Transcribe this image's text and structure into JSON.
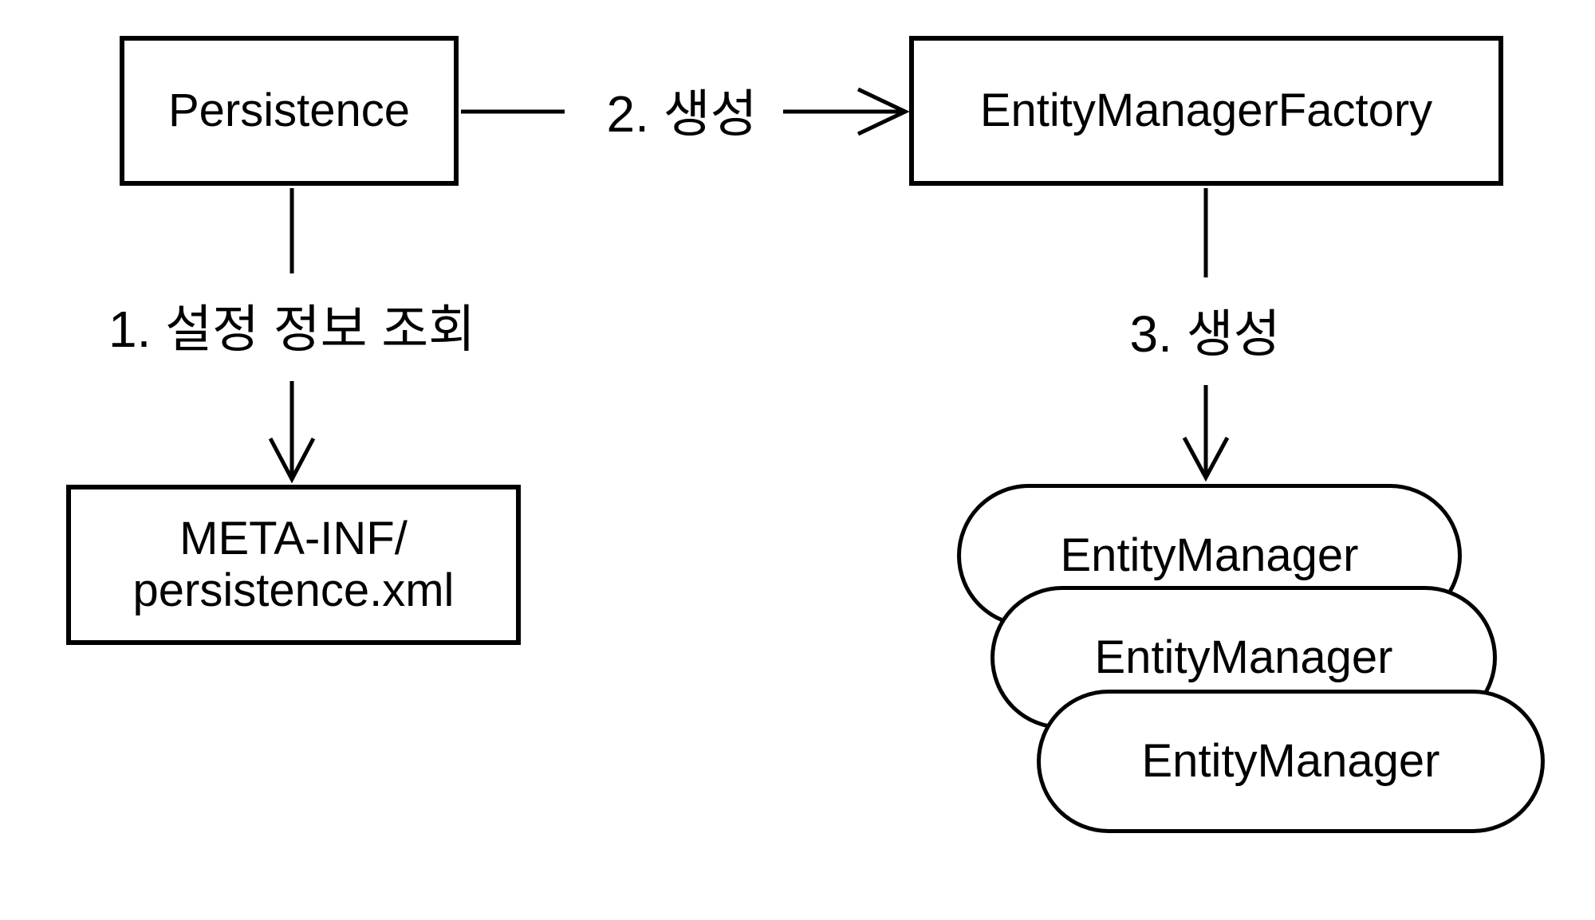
{
  "diagram": {
    "nodes": {
      "persistence": {
        "label": "Persistence"
      },
      "entity_manager_factory": {
        "label": "EntityManagerFactory"
      },
      "meta_inf": {
        "line1": "META-INF/",
        "line2": "persistence.xml"
      },
      "entity_managers": [
        "EntityManager",
        "EntityManager",
        "EntityManager"
      ]
    },
    "edges": {
      "step1": {
        "label": "1. 설정 정보 조회"
      },
      "step2": {
        "label": "2. 생성"
      },
      "step3": {
        "label": "3. 생성"
      }
    },
    "colors": {
      "stroke": "#000000",
      "background": "#ffffff",
      "text": "#000000"
    }
  }
}
